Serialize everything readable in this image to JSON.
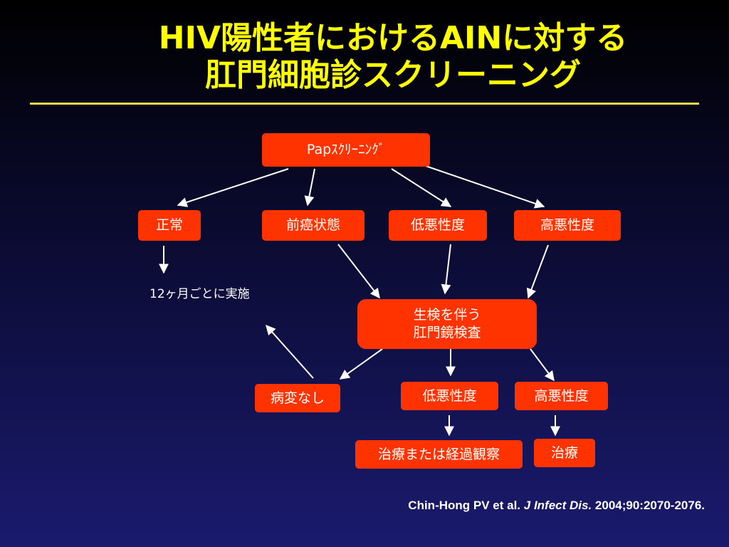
{
  "title": {
    "line1": "HIV陽性者におけるAINに対する",
    "line2": "肛門細胞診スクリーニング"
  },
  "diagram": {
    "root": "Papｽｸﾘｰﾆﾝｸﾞ",
    "normal": "正常",
    "precancer": "前癌状態",
    "low_grade": "低悪性度",
    "high_grade": "高悪性度",
    "every_12_months": "12ヶ月ごとに実施",
    "biopsy_line1": "生検を伴う",
    "biopsy_line2": "肛門鏡検査",
    "no_lesion": "病変なし",
    "result_low_grade": "低悪性度",
    "result_high_grade": "高悪性度",
    "treat_or_observe": "治療または経過観察",
    "treatment": "治療"
  },
  "citation": {
    "authors": "Chin-Hong PV et al.",
    "journal": "J Infect Dis.",
    "ref": "2004;90:2070-2076."
  },
  "colors": {
    "title": "#ffff00",
    "box_fill": "#ff3300",
    "arrow": "#ffffff"
  }
}
